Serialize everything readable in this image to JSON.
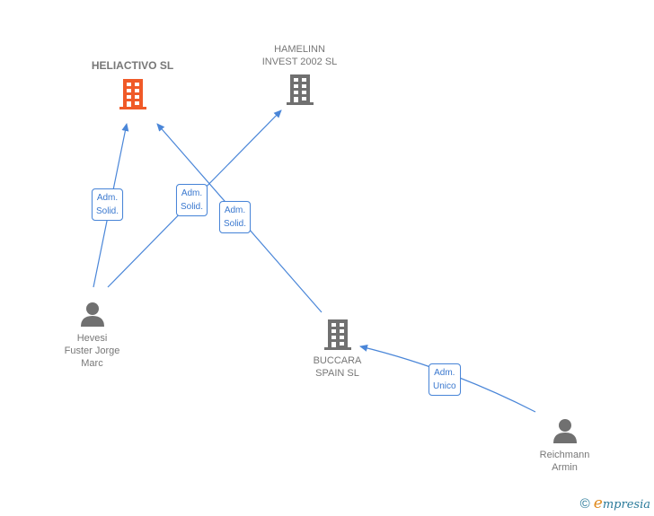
{
  "colors": {
    "edge": "#4a86d8",
    "highlight_company": "#f05a28",
    "company": "#707070",
    "person": "#707070"
  },
  "nodes": {
    "heliactivo": {
      "label": "HELIACTIVO SL",
      "type": "company",
      "highlight": true
    },
    "hamelinn": {
      "label": "HAMELINN\nINVEST 2002 SL",
      "type": "company"
    },
    "buccara": {
      "label": "BUCCARA\nSPAIN  SL",
      "type": "company"
    },
    "hevesi": {
      "label": "Hevesi\nFuster Jorge\nMarc",
      "type": "person"
    },
    "reichmann": {
      "label": "Reichmann\nArmin",
      "type": "person"
    }
  },
  "relations": [
    {
      "from": "hevesi",
      "to": "heliactivo",
      "label": "Adm.\nSolid."
    },
    {
      "from": "hevesi",
      "to": "hamelinn",
      "label": "Adm.\nSolid."
    },
    {
      "from": "buccara",
      "to": "heliactivo",
      "label": "Adm.\nSolid."
    },
    {
      "from": "reichmann",
      "to": "buccara",
      "label": "Adm.\nUnico"
    }
  ],
  "footer": {
    "copyright": "©",
    "brand_initial": "e",
    "brand_rest": "mpresia"
  }
}
